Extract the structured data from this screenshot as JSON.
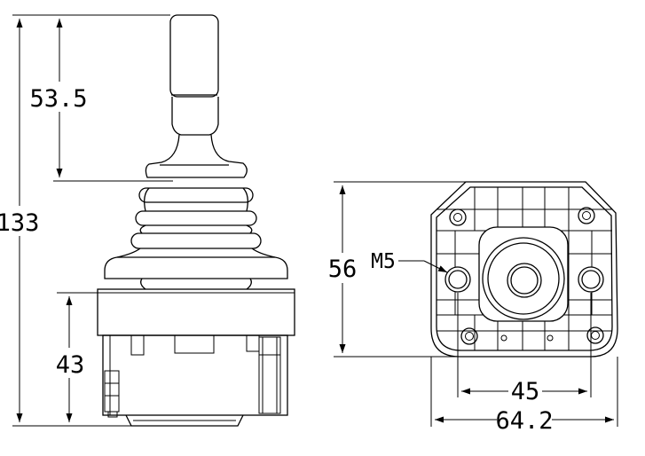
{
  "drawing": {
    "dimensions": {
      "overall_height": "133",
      "handle_length": "53.5",
      "base_height": "43",
      "base_depth": "56",
      "thread": "M5",
      "hole_spacing": "45",
      "base_width": "64.2"
    }
  }
}
